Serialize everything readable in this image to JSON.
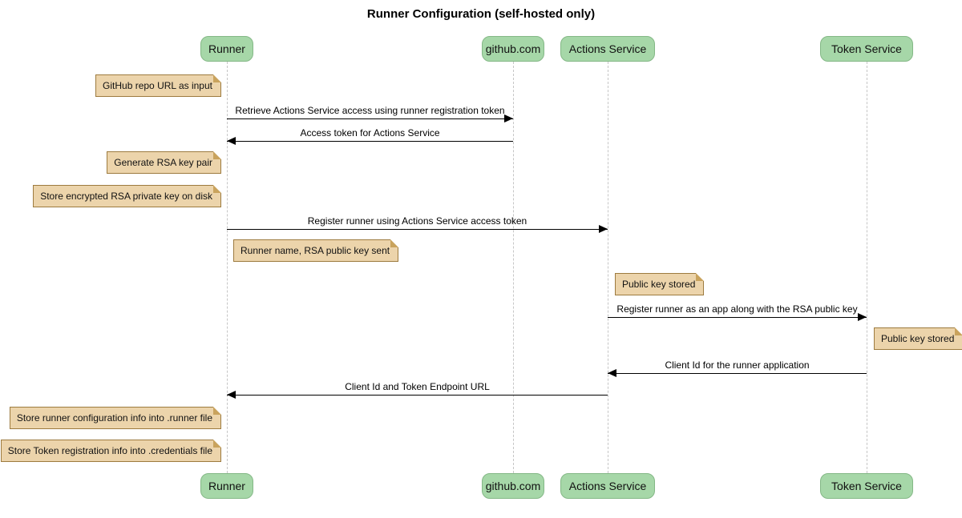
{
  "title": "Runner Configuration (self-hosted only)",
  "diagram_type": "sequence",
  "participants": [
    {
      "label": "Runner"
    },
    {
      "label": "github.com"
    },
    {
      "label": "Actions Service"
    },
    {
      "label": "Token Service"
    }
  ],
  "notes": [
    {
      "text": "GitHub repo URL as input",
      "position": "left of Runner"
    },
    {
      "text": "Generate RSA key pair",
      "position": "left of Runner"
    },
    {
      "text": "Store encrypted RSA private key on disk",
      "position": "left of Runner"
    },
    {
      "text": "Runner name, RSA public key sent",
      "position": "right of Runner"
    },
    {
      "text": "Public key stored",
      "position": "right of Actions Service"
    },
    {
      "text": "Public key stored",
      "position": "right of Token Service"
    },
    {
      "text": "Store runner configuration info into .runner file",
      "position": "left of Runner"
    },
    {
      "text": "Store Token registration info into .credentials file",
      "position": "left of Runner"
    }
  ],
  "messages": [
    {
      "text": "Retrieve Actions Service access using runner registration token",
      "from": "Runner",
      "to": "github.com"
    },
    {
      "text": "Access token for Actions Service",
      "from": "github.com",
      "to": "Runner"
    },
    {
      "text": "Register runner using Actions Service access token",
      "from": "Runner",
      "to": "Actions Service"
    },
    {
      "text": "Register runner as an app along with the RSA public key",
      "from": "Actions Service",
      "to": "Token Service"
    },
    {
      "text": "Client Id for the runner application",
      "from": "Token Service",
      "to": "Actions Service"
    },
    {
      "text": "Client Id and Token Endpoint URL",
      "from": "Actions Service",
      "to": "Runner"
    }
  ],
  "colors": {
    "participant_fill": "#A6D7A8",
    "participant_border": "#84B886",
    "note_fill": "#ECD4AB",
    "note_border": "#9D7B3F",
    "note_fold": "#C9A35D",
    "lifeline": "#C6C6C6",
    "arrow": "#000000",
    "background": "#FFFFFF"
  }
}
